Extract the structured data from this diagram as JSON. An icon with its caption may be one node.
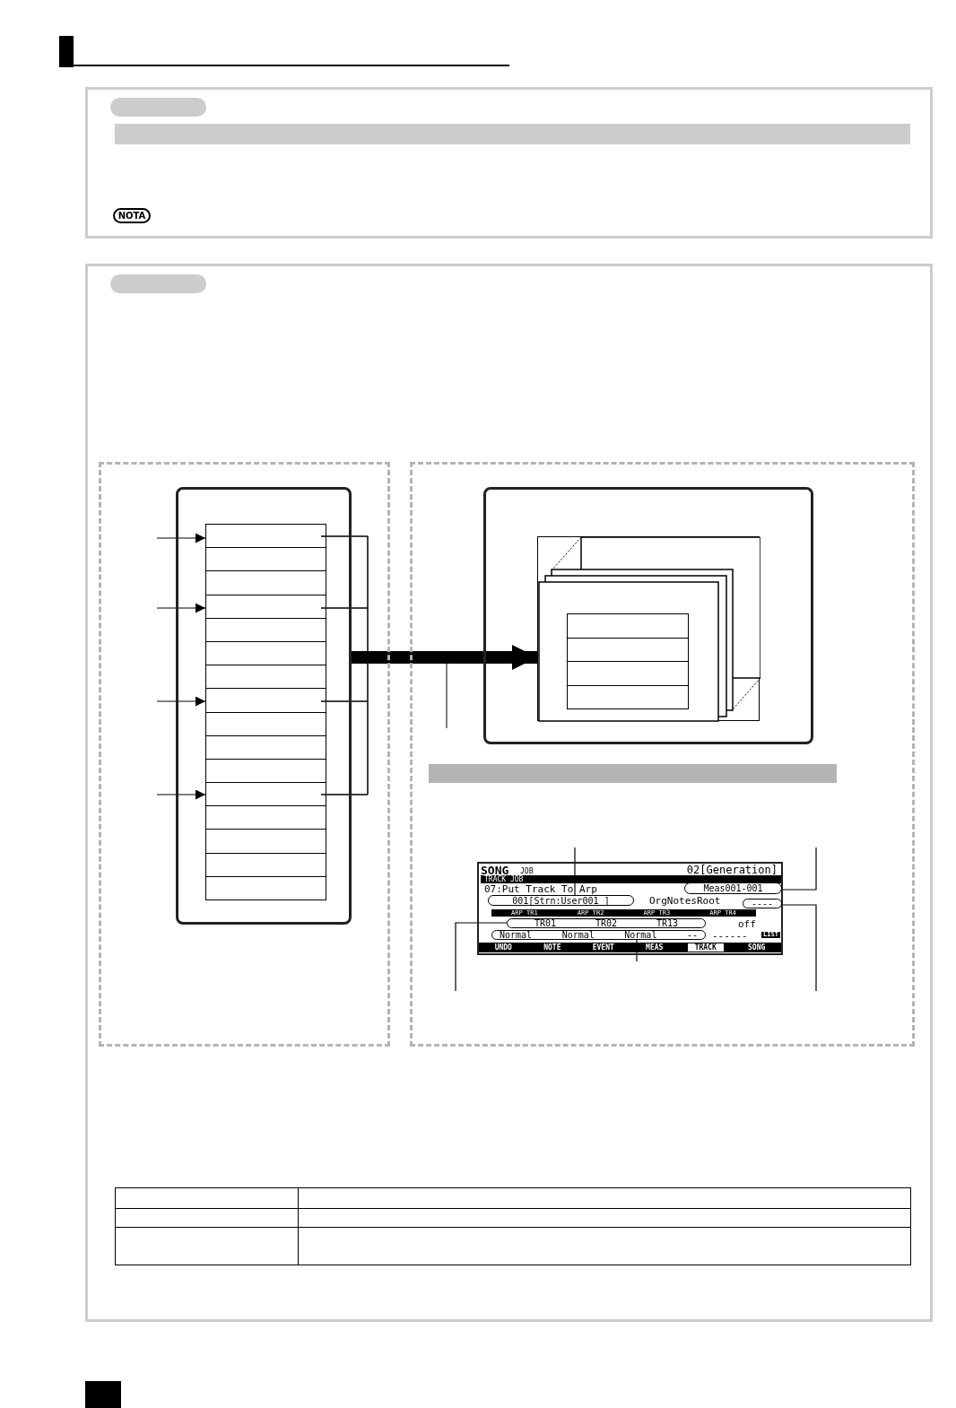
{
  "diagram": {
    "nodes": [
      {
        "text": [],
        "shape": "box"
      },
      {
        "text": [],
        "shape": "box",
        "in": 0
      },
      {
        "text": [],
        "shape": "box",
        "in": 1
      },
      {
        "text": [],
        "shape": "box"
      },
      {
        "text": [],
        "shape": "box",
        "in": 3
      },
      {
        "text": [],
        "shape": "box",
        "in": 4
      },
      {
        "text": [],
        "shape": "box",
        "in": 5
      },
      {
        "text": [
          "SONG",
          "JOB",
          "02[Generation]",
          "TRACK JOB",
          "07:Put Track To Arp",
          "OrgNotesRoot",
          "ARP TR1",
          "ARP TR2",
          "ARP TR3",
          "ARP TR4",
          "off",
          "------",
          "LIST",
          "UNDO",
          "NOTE",
          "EVENT",
          "MEAS",
          "TRACK",
          "SONG"
        ],
        "in": 3
      },
      {
        "text": [
          "Meas001-001"
        ],
        "in": 7
      },
      {
        "text": [
          "001[Strn:User001 ]"
        ],
        "in": 7
      },
      {
        "text": [
          "----"
        ],
        "in": 7
      },
      {
        "text": [
          "TR01",
          "TR02",
          "TR13"
        ],
        "in": 7
      },
      {
        "text": [
          "Normal",
          "Normal",
          "Normal",
          "--"
        ],
        "in": 7
      },
      {
        "text": [],
        "shape": "bar"
      },
      {
        "text": [],
        "shape": "bar"
      },
      {
        "text": [],
        "shape": "bar"
      },
      {
        "text": [],
        "shape": "bar",
        "in": 3
      }
    ],
    "edges": [
      {
        "from": null,
        "to": 2,
        "arrow": "to"
      },
      {
        "from": null,
        "to": 2,
        "arrow": "to"
      },
      {
        "from": null,
        "to": 2,
        "arrow": "to"
      },
      {
        "from": null,
        "to": 2,
        "arrow": "to"
      },
      {
        "from": 1,
        "to": 5,
        "arrow": "to",
        "style": "thick"
      },
      {
        "from": null,
        "to": 9,
        "arrow": "none"
      },
      {
        "from": null,
        "to": 8,
        "arrow": "none"
      },
      {
        "from": null,
        "to": 11,
        "arrow": "none"
      },
      {
        "from": null,
        "to": 12,
        "arrow": "none"
      },
      {
        "from": null,
        "to": 10,
        "arrow": "none"
      }
    ],
    "labels": [
      "NOTA"
    ]
  }
}
